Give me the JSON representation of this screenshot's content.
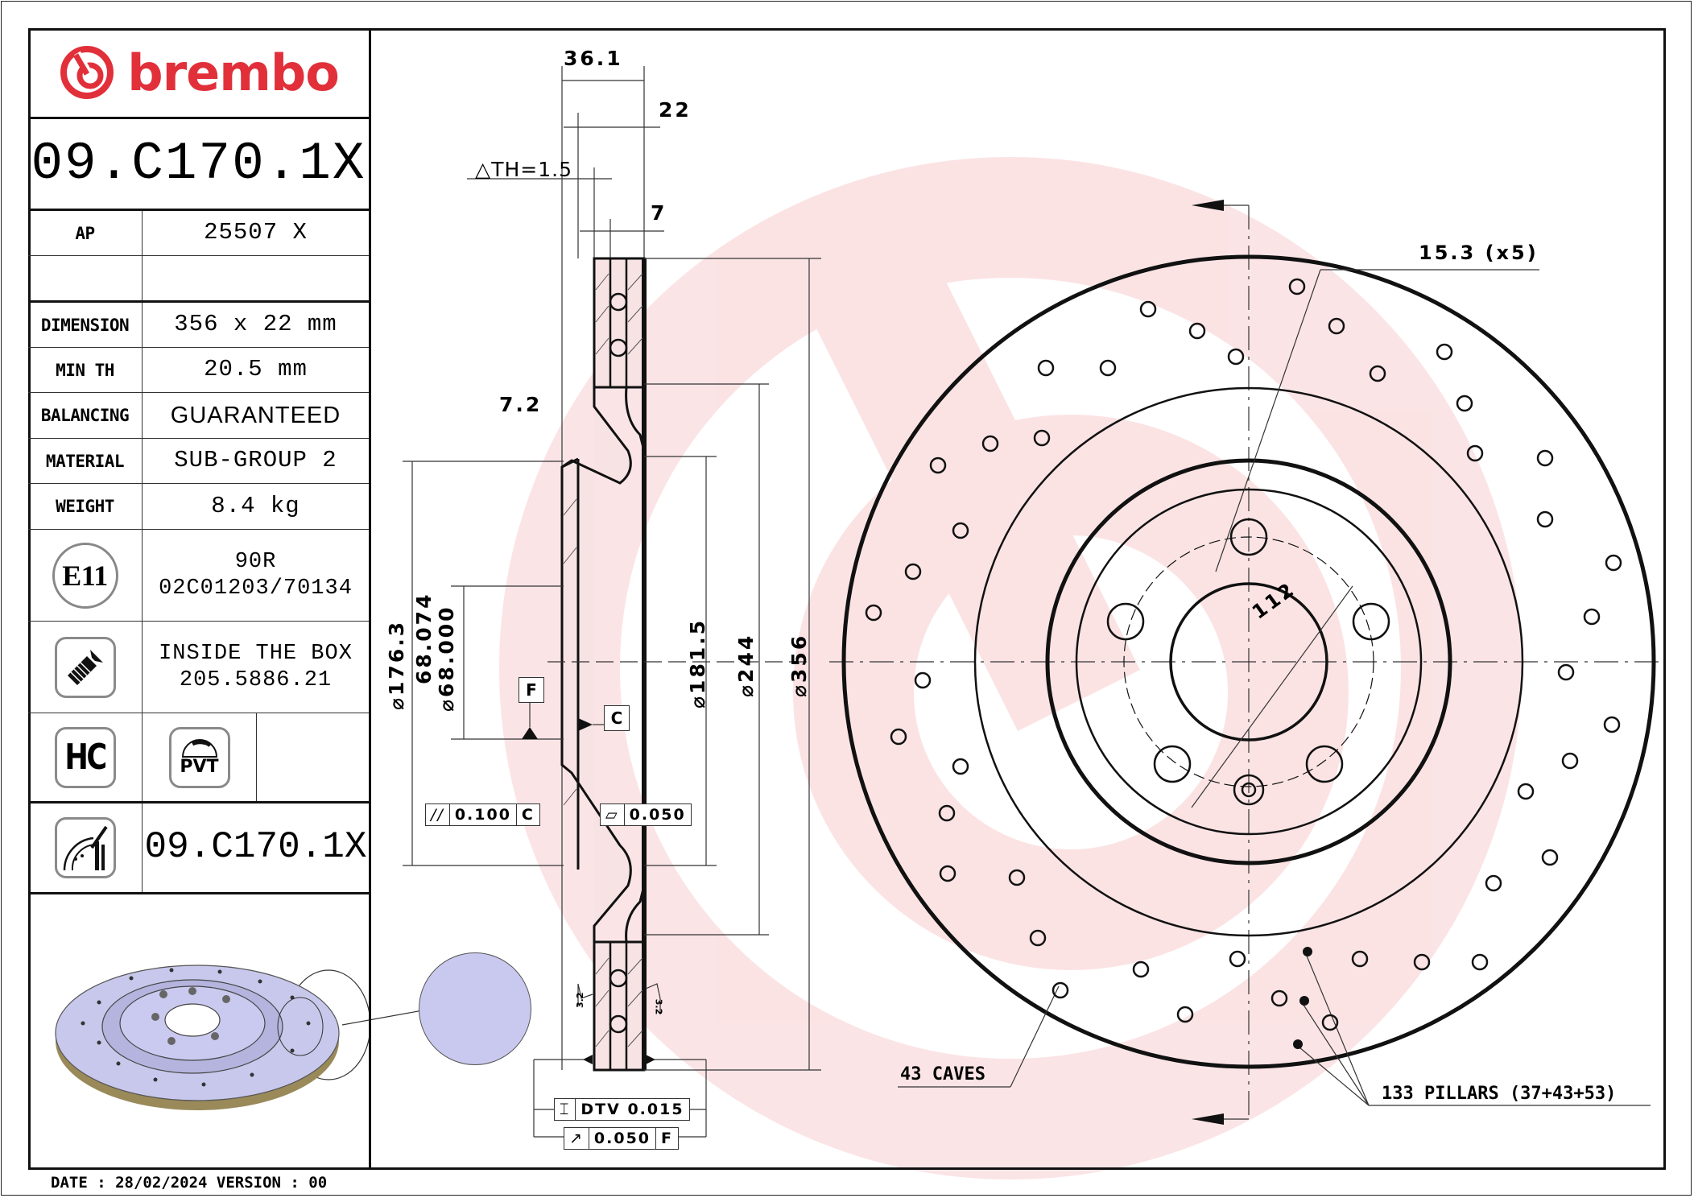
{
  "brand": {
    "name": "brembo",
    "color": "#e1303a"
  },
  "title_block": {
    "part_number": "09.C170.1X",
    "rows": [
      {
        "label": "AP",
        "value": "25507 X"
      },
      {
        "label": "",
        "value": ""
      },
      {
        "label": "DIMENSION",
        "value": "356 x 22 mm"
      },
      {
        "label": "MIN TH",
        "value": "20.5 mm"
      },
      {
        "label": "BALANCING",
        "value": "GUARANTEED"
      },
      {
        "label": "MATERIAL",
        "value": "SUB-GROUP 2"
      },
      {
        "label": "WEIGHT",
        "value": "8.4 kg"
      }
    ],
    "approval": {
      "icon": "E11",
      "line1": "90R",
      "line2": "02C01203/70134"
    },
    "hardware": {
      "icon": "screw-icon",
      "line1": "INSIDE THE BOX",
      "line2": "205.5886.21"
    },
    "badges": [
      {
        "icon": "hc-icon",
        "label": "HC"
      },
      {
        "icon": "pvt-icon",
        "label": "PVT"
      }
    ],
    "coating": {
      "icon": "disc-coating-icon",
      "part_number": "09.C170.1X"
    }
  },
  "footer": {
    "date_line": "DATE : 28/02/2024 VERSION : 00"
  },
  "section_view": {
    "dims": {
      "overall_width": "36.1",
      "thickness": "22",
      "delta_th": "△TH=1.5",
      "vane": "7",
      "hat_wall": "7.2",
      "d_176": "⌀176.3",
      "d_68_max": "68.074",
      "d_68_min": "⌀68.000",
      "d_181": "⌀181.5",
      "d_244": "⌀244",
      "d_356": "⌀356",
      "roughness_left": "3.2",
      "roughness_right": "3.2"
    },
    "datums": {
      "F": "F",
      "C": "C"
    },
    "tolerances": {
      "parallelism": {
        "symbol": "//",
        "value": "0.100",
        "datum": "C"
      },
      "flatness": {
        "symbol": "▱",
        "value": "0.050"
      },
      "dtv": {
        "symbol": "⌶",
        "value": "DTV 0.015"
      },
      "runout": {
        "symbol": "↗",
        "value": "0.050",
        "datum": "F"
      }
    }
  },
  "front_view": {
    "bolt_hole": "15.3 (x5)",
    "pcd": "112",
    "caves": "43 CAVES",
    "pillars": "133 PILLARS (37+43+53)"
  }
}
